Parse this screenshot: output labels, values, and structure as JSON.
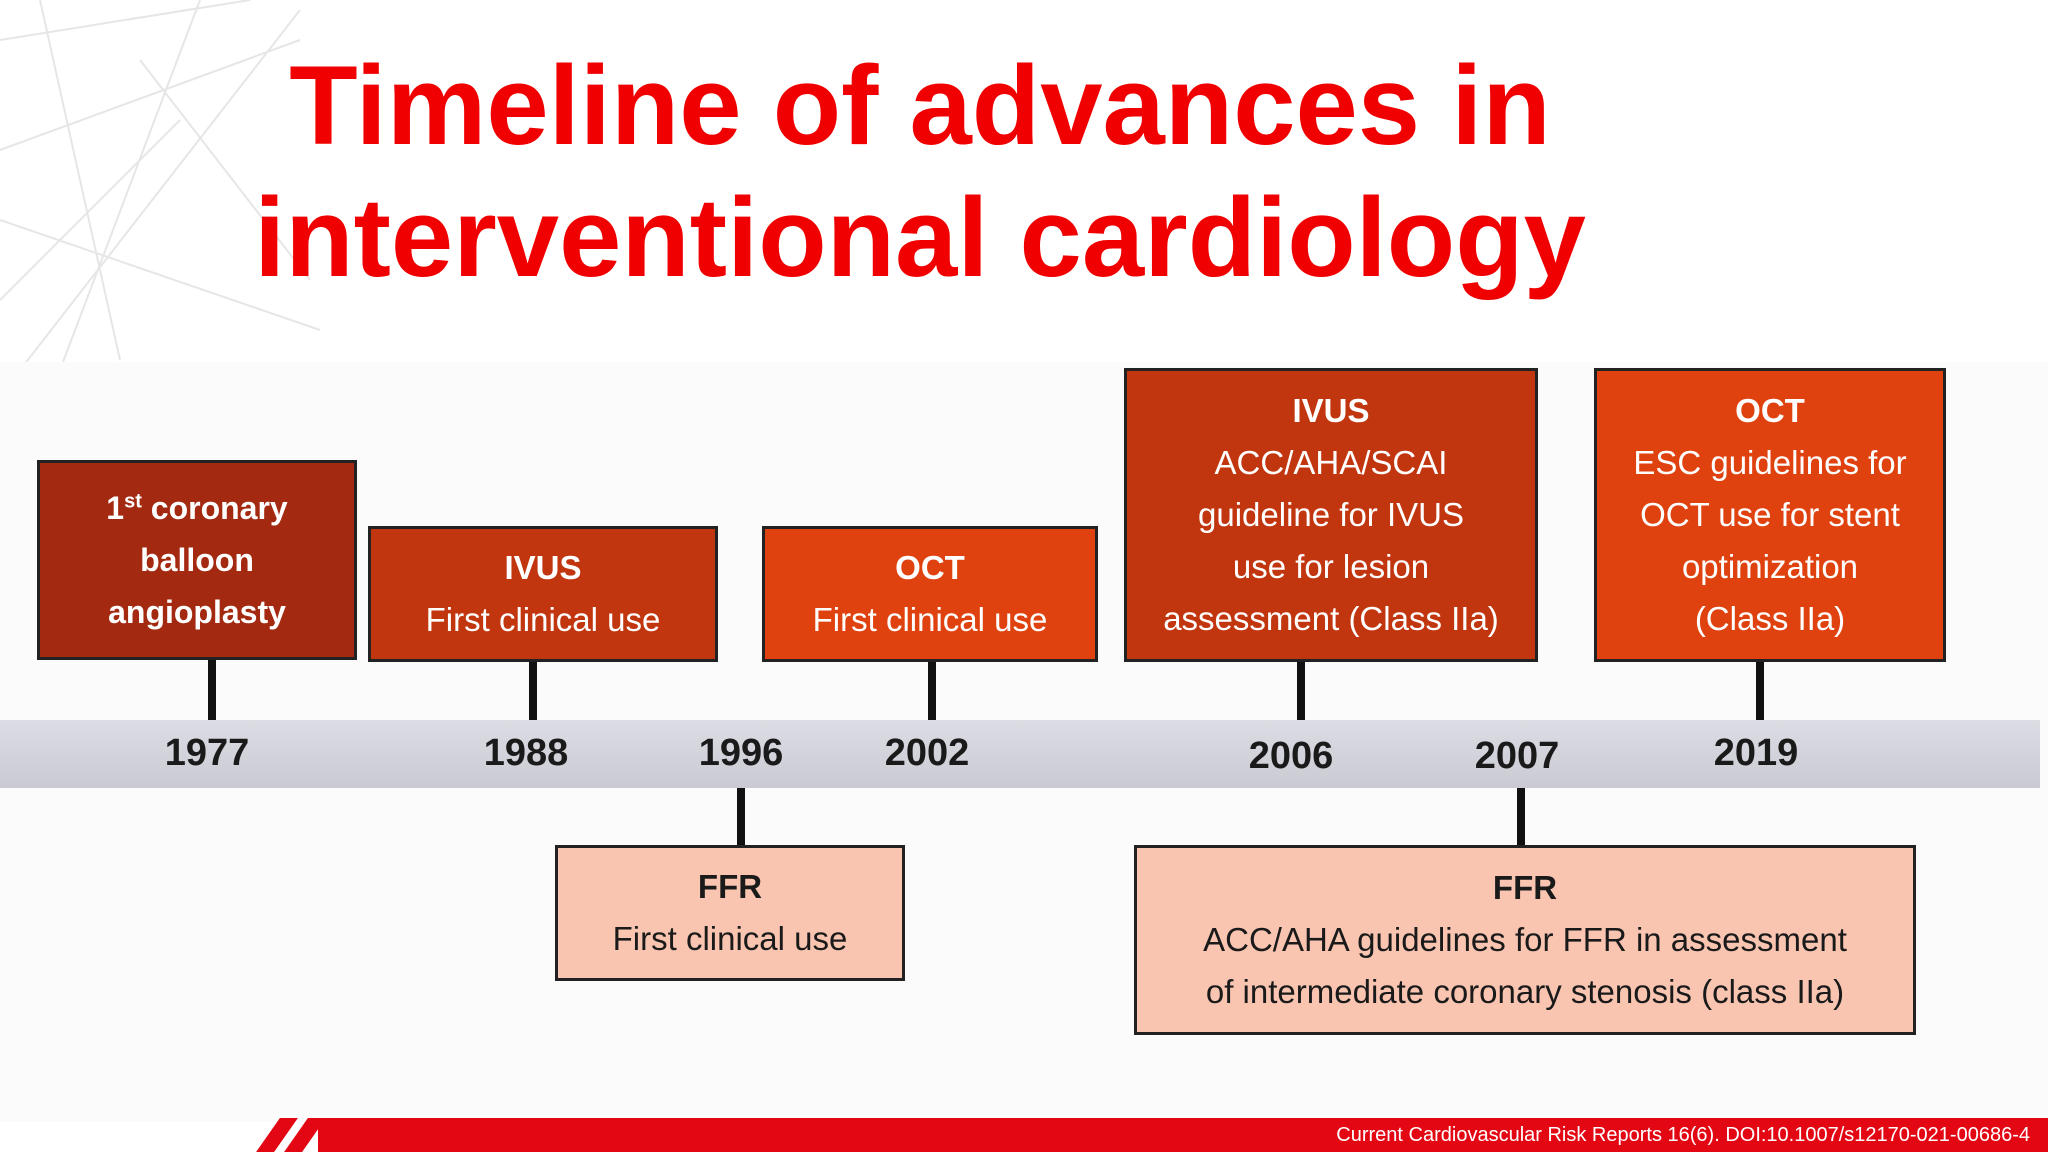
{
  "slide": {
    "title_line1": "Timeline of advances in",
    "title_line2": "interventional cardiology"
  },
  "timeline": {
    "years": [
      "1977",
      "1988",
      "1996",
      "2002",
      "2006",
      "2007",
      "2019"
    ],
    "above": [
      {
        "year": "1977",
        "lines": [
          "coronary",
          "balloon",
          "angioplasty"
        ],
        "ordinal": "1",
        "ordinal_suffix": "st"
      },
      {
        "year": "1988",
        "head": "IVUS",
        "lines": [
          "First clinical use"
        ]
      },
      {
        "year": "2002",
        "head": "OCT",
        "lines": [
          "First clinical use"
        ]
      },
      {
        "year": "2006",
        "head": "IVUS",
        "lines": [
          "ACC/AHA/SCAI",
          "guideline for IVUS",
          "use for lesion",
          "assessment (Class IIa)"
        ]
      },
      {
        "year": "2019",
        "head": "OCT",
        "lines": [
          "ESC guidelines for",
          "OCT use for stent",
          "optimization",
          "(Class IIa)"
        ]
      }
    ],
    "below": [
      {
        "year": "1996",
        "head": "FFR",
        "lines": [
          "First clinical use"
        ]
      },
      {
        "year": "2007",
        "head": "FFR",
        "lines": [
          "ACC/AHA guidelines for FFR in assessment",
          "of intermediate coronary stenosis (class IIa)"
        ]
      }
    ]
  },
  "colors": {
    "title": "#f00000",
    "box_dark": "#a32a10",
    "box_mid": "#c2360f",
    "box_bright": "#e0420f",
    "box_light": "#f9c5b1",
    "footer": "#e30613"
  },
  "footer": {
    "citation": "Current Cardiovascular Risk Reports 16(6). DOI:10.1007/s12170-021-00686-4"
  }
}
